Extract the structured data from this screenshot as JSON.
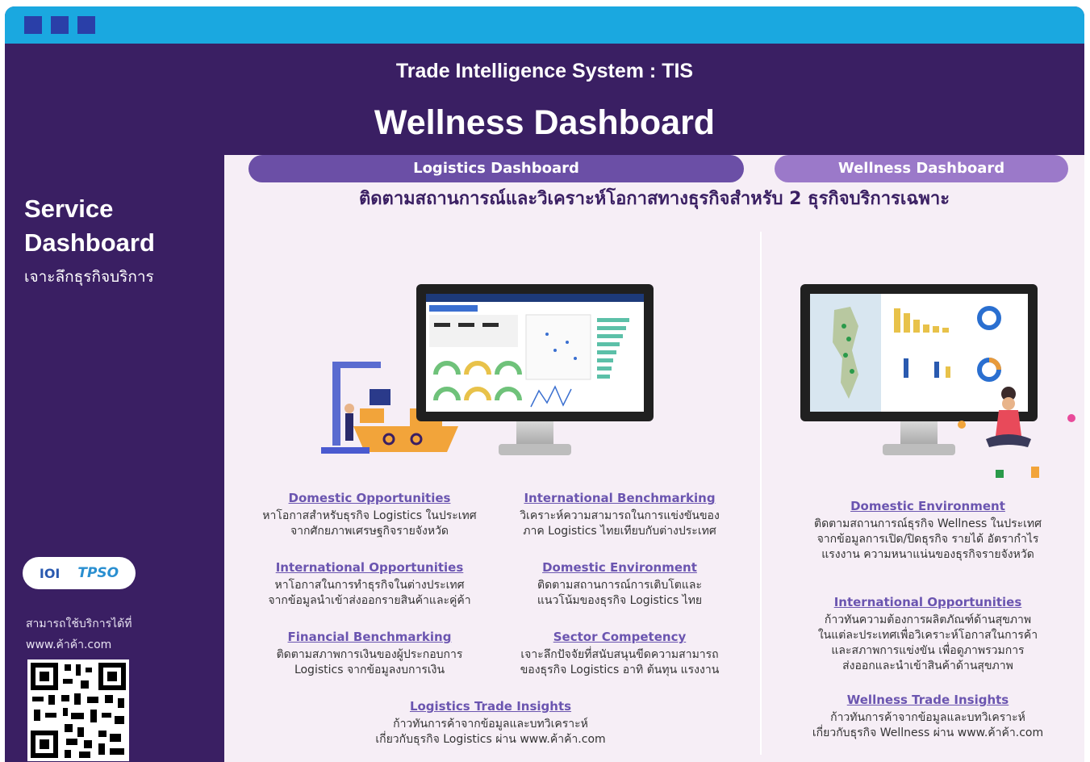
{
  "topbar": {
    "window_dots": [
      "dot",
      "dot",
      "dot"
    ]
  },
  "header": {
    "subtitle": "Trade Intelligence System : TIS",
    "title": "Wellness Dashboard"
  },
  "sidebar": {
    "title_line1": "Service",
    "title_line2": "Dashboard",
    "subtitle": "เจาะลึกธุรกิจบริการ",
    "logo_left": "IOI",
    "logo_right": "TPSO",
    "note_line1": "สามารถใช้บริการได้ที่",
    "note_line2": "www.ค้าค้า.com",
    "qr_icon": "qr-code-icon"
  },
  "main": {
    "headline": "ติดตามสถานการณ์และวิเคราะห์โอกาสทางธุรกิจสำหรับ 2 ธุรกิจบริการเฉพาะ",
    "logistics": {
      "pill": "Logistics Dashboard",
      "items": [
        {
          "title": "Domestic Opportunities",
          "desc1": "หาโอกาสสำหรับธุรกิจ Logistics ในประเทศ",
          "desc2": "จากศักยภาพเศรษฐกิจรายจังหวัด"
        },
        {
          "title": "International Benchmarking",
          "desc1": "วิเคราะห์ความสามารถในการแข่งขันของ",
          "desc2": "ภาค Logistics ไทยเทียบกับต่างประเทศ"
        },
        {
          "title": "International Opportunities",
          "desc1": "หาโอกาสในการทำธุรกิจในต่างประเทศ",
          "desc2": "จากข้อมูลนำเข้าส่งออกรายสินค้าและคู่ค้า"
        },
        {
          "title": "Domestic Environment",
          "desc1": "ติดตามสถานการณ์การเติบโตและ",
          "desc2": "แนวโน้มของธุรกิจ Logistics ไทย"
        },
        {
          "title": "Financial Benchmarking",
          "desc1": "ติดตามสภาพการเงินของผู้ประกอบการ",
          "desc2": "Logistics จากข้อมูลงบการเงิน"
        },
        {
          "title": "Sector Competency",
          "desc1": "เจาะลึกปัจจัยที่สนับสนุนขีดความสามารถ",
          "desc2": "ของธุรกิจ Logistics อาทิ ต้นทุน แรงงาน"
        },
        {
          "title": "Logistics Trade Insights",
          "desc1": "ก้าวทันการค้าจากข้อมูลและบทวิเคราะห์",
          "desc2": "เกี่ยวกับธุรกิจ Logistics ผ่าน www.ค้าค้า.com"
        }
      ]
    },
    "wellness": {
      "pill": "Wellness Dashboard",
      "items": [
        {
          "title": "Domestic Environment",
          "desc1": "ติดตามสถานการณ์ธุรกิจ Wellness ในประเทศ",
          "desc2": "จากข้อมูลการเปิด/ปิดธุรกิจ รายได้ อัตรากำไร",
          "desc3": "แรงงาน ความหนาแน่นของธุรกิจรายจังหวัด"
        },
        {
          "title": "International Opportunities",
          "desc1": "ก้าวทันความต้องการผลิตภัณฑ์ด้านสุขภาพ",
          "desc2": "ในแต่ละประเทศเพื่อวิเคราะห์โอกาสในการค้า",
          "desc3": "และสภาพการแข่งขัน เพื่อดูภาพรวมการ",
          "desc4": "ส่งออกและนำเข้าสินค้าด้านสุขภาพ"
        },
        {
          "title": "Wellness Trade Insights",
          "desc1": "ก้าวทันการค้าจากข้อมูลและบทวิเคราะห์",
          "desc2": "เกี่ยวกับธุรกิจ Wellness ผ่าน www.ค้าค้า.com"
        }
      ]
    }
  },
  "colors": {
    "topbar": "#1aa8e0",
    "purple": "#3a1f63",
    "pill_logistics": "#6b4fa6",
    "pill_wellness": "#9b79c9",
    "link": "#6b55b0"
  }
}
